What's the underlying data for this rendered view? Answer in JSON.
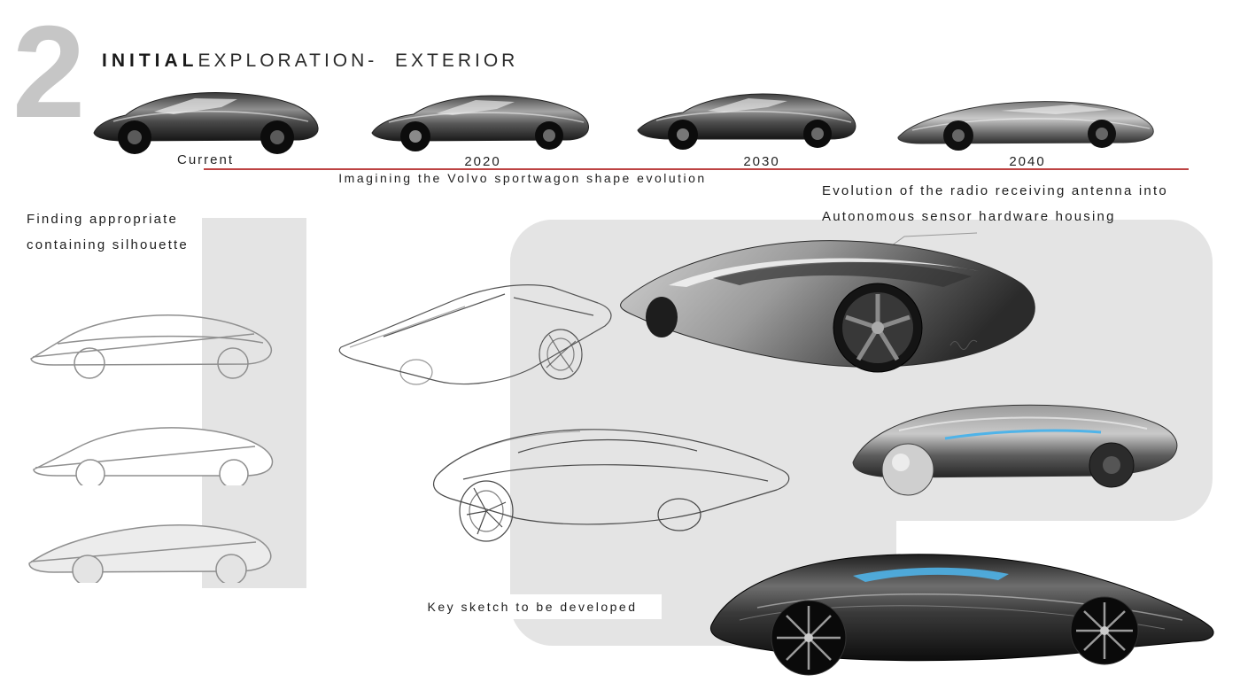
{
  "page": {
    "section_number": "2",
    "title_bold": "INITIAL",
    "title_rest": "EXPLORATION-  EXTERIOR"
  },
  "timeline": {
    "labels": [
      "Current",
      "2020",
      "2030",
      "2040"
    ],
    "caption": "Imagining the Volvo sportwagon shape evolution"
  },
  "notes": {
    "silhouette": [
      "Finding appropriate",
      "containing silhouette"
    ],
    "antenna": [
      "Evolution of the radio receiving antenna into",
      "Autonomous sensor hardware housing"
    ],
    "key_sketch": "Key sketch to be developed"
  },
  "colors": {
    "timeline_rule_red": "#b22222",
    "accent_blue": "#4fb3e8",
    "panel_gray": "#e4e4e4",
    "section_number_gray": "#c6c6c6"
  },
  "sketches": {
    "top_row": [
      "current-sportwagon",
      "sportwagon-2020",
      "sportwagon-2030",
      "sportwagon-2040"
    ],
    "left_panel": [
      "silhouette-study-1",
      "silhouette-study-2",
      "silhouette-study-3"
    ],
    "center": [
      "lineart-rear-three-quarter",
      "lineart-front-three-quarter"
    ],
    "right": [
      "shaded-rear-three-quarter",
      "shaded-side-profile",
      "key-development-sketch"
    ]
  }
}
